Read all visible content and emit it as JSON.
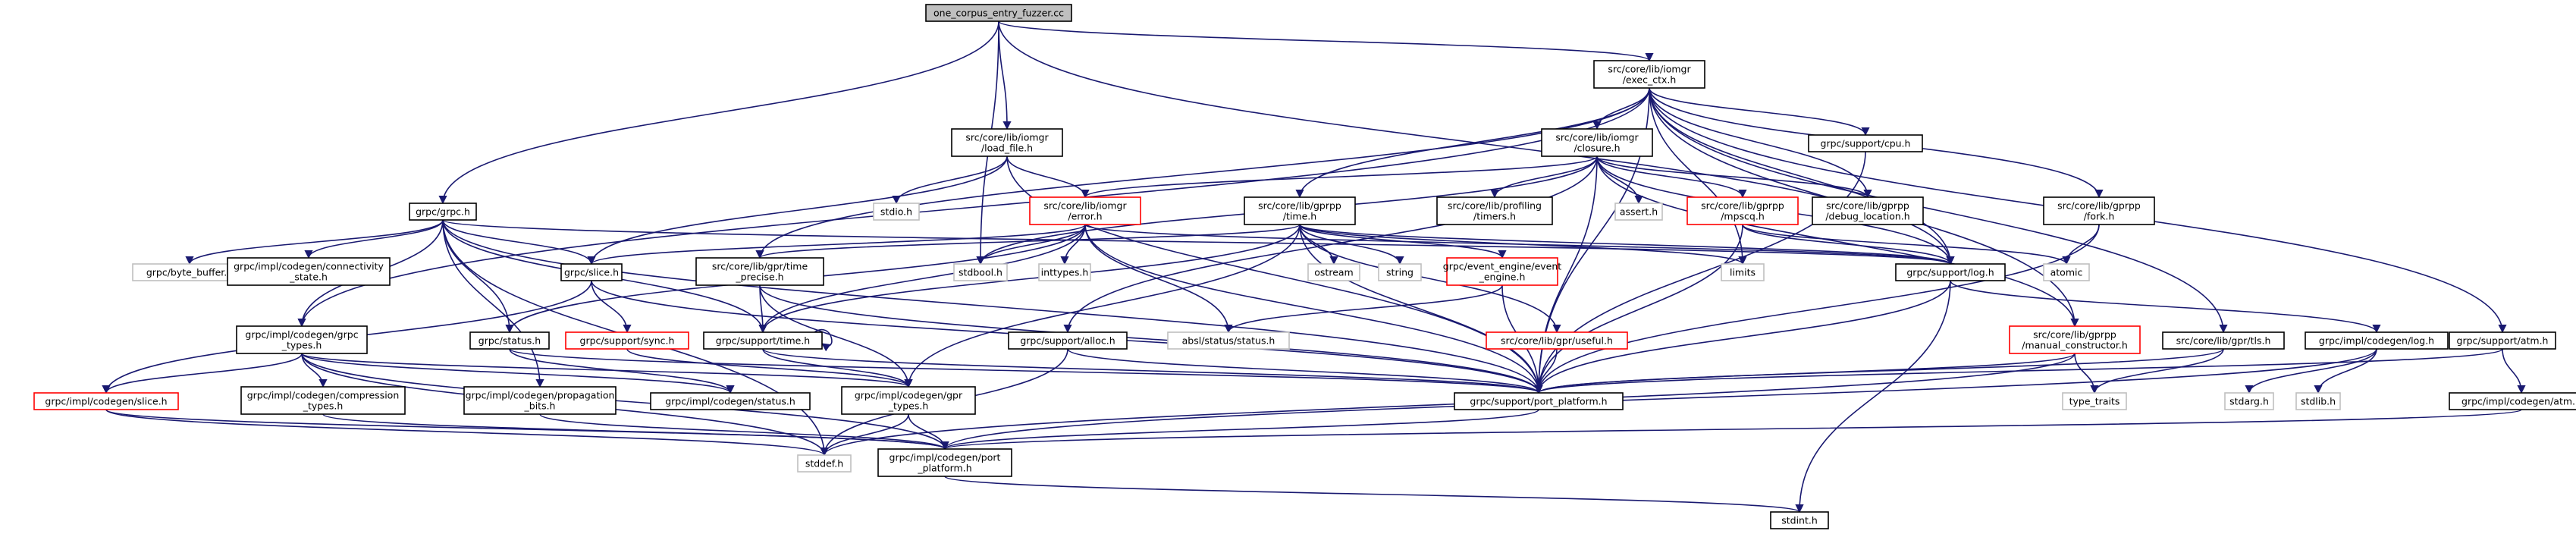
{
  "graph": {
    "colors": {
      "edge": "#191970",
      "root_fill": "#bfbfbf",
      "node_border": "#000000",
      "incomplete_border": "#ff0000",
      "external_border": "#bfbfbf"
    },
    "nodes": [
      {
        "id": "root",
        "label": "one_corpus_entry_fuzzer.cc",
        "kind": "root"
      },
      {
        "id": "exec_ctx",
        "label": [
          "src/core/lib/iomgr",
          "/exec_ctx.h"
        ],
        "kind": "normal"
      },
      {
        "id": "load_file",
        "label": [
          "src/core/lib/iomgr",
          "/load_file.h"
        ],
        "kind": "normal"
      },
      {
        "id": "closure",
        "label": [
          "src/core/lib/iomgr",
          "/closure.h"
        ],
        "kind": "normal"
      },
      {
        "id": "cpu",
        "label": "grpc/support/cpu.h",
        "kind": "normal"
      },
      {
        "id": "grpc_h",
        "label": "grpc/grpc.h",
        "kind": "normal"
      },
      {
        "id": "stdio",
        "label": "stdio.h",
        "kind": "external"
      },
      {
        "id": "error",
        "label": [
          "src/core/lib/iomgr",
          "/error.h"
        ],
        "kind": "incomplete"
      },
      {
        "id": "grpcpp_time",
        "label": [
          "src/core/lib/gprpp",
          "/time.h"
        ],
        "kind": "normal"
      },
      {
        "id": "profiling",
        "label": [
          "src/core/lib/profiling",
          "/timers.h"
        ],
        "kind": "normal"
      },
      {
        "id": "assert",
        "label": "assert.h",
        "kind": "external"
      },
      {
        "id": "mpscq",
        "label": [
          "src/core/lib/gprpp",
          "/mpscq.h"
        ],
        "kind": "incomplete"
      },
      {
        "id": "debug_loc",
        "label": [
          "src/core/lib/gprpp",
          "/debug_location.h"
        ],
        "kind": "normal"
      },
      {
        "id": "fork",
        "label": [
          "src/core/lib/gprpp",
          "/fork.h"
        ],
        "kind": "normal"
      },
      {
        "id": "byte_buffer",
        "label": "grpc/byte_buffer.h",
        "kind": "external"
      },
      {
        "id": "connectivity",
        "label": [
          "grpc/impl/codegen/connectivity",
          "_state.h"
        ],
        "kind": "normal"
      },
      {
        "id": "slice",
        "label": "grpc/slice.h",
        "kind": "normal"
      },
      {
        "id": "gpr_time_precise",
        "label": [
          "src/core/lib/gpr/time",
          "_precise.h"
        ],
        "kind": "normal"
      },
      {
        "id": "stdbool",
        "label": "stdbool.h",
        "kind": "external"
      },
      {
        "id": "inttypes",
        "label": "inttypes.h",
        "kind": "external"
      },
      {
        "id": "ostream",
        "label": "ostream",
        "kind": "external"
      },
      {
        "id": "string",
        "label": "string",
        "kind": "external"
      },
      {
        "id": "ee_engine",
        "label": [
          "grpc/event_engine/event",
          "_engine.h"
        ],
        "kind": "incomplete"
      },
      {
        "id": "limits",
        "label": "limits",
        "kind": "external"
      },
      {
        "id": "log",
        "label": "grpc/support/log.h",
        "kind": "normal"
      },
      {
        "id": "atomic",
        "label": "atomic",
        "kind": "external"
      },
      {
        "id": "grpc_types",
        "label": [
          "grpc/impl/codegen/grpc",
          "_types.h"
        ],
        "kind": "normal"
      },
      {
        "id": "status",
        "label": "grpc/status.h",
        "kind": "normal"
      },
      {
        "id": "sync",
        "label": "grpc/support/sync.h",
        "kind": "incomplete"
      },
      {
        "id": "support_time",
        "label": "grpc/support/time.h",
        "kind": "normal"
      },
      {
        "id": "alloc",
        "label": "grpc/support/alloc.h",
        "kind": "normal"
      },
      {
        "id": "absl_status",
        "label": "absl/status/status.h",
        "kind": "external"
      },
      {
        "id": "useful",
        "label": "src/core/lib/gpr/useful.h",
        "kind": "incomplete"
      },
      {
        "id": "manual_ctor",
        "label": [
          "src/core/lib/gprpp",
          "/manual_constructor.h"
        ],
        "kind": "incomplete"
      },
      {
        "id": "tls",
        "label": "src/core/lib/gpr/tls.h",
        "kind": "normal"
      },
      {
        "id": "codegen_log",
        "label": "grpc/impl/codegen/log.h",
        "kind": "normal"
      },
      {
        "id": "support_atm",
        "label": "grpc/support/atm.h",
        "kind": "normal"
      },
      {
        "id": "codegen_slice",
        "label": "grpc/impl/codegen/slice.h",
        "kind": "incomplete"
      },
      {
        "id": "compression",
        "label": [
          "grpc/impl/codegen/compression",
          "_types.h"
        ],
        "kind": "normal"
      },
      {
        "id": "propagation",
        "label": [
          "grpc/impl/codegen/propagation",
          "_bits.h"
        ],
        "kind": "normal"
      },
      {
        "id": "codegen_status",
        "label": "grpc/impl/codegen/status.h",
        "kind": "normal"
      },
      {
        "id": "gpr_types",
        "label": [
          "grpc/impl/codegen/gpr",
          "_types.h"
        ],
        "kind": "normal"
      },
      {
        "id": "port_platform",
        "label": "grpc/support/port_platform.h",
        "kind": "normal"
      },
      {
        "id": "type_traits",
        "label": "type_traits",
        "kind": "external"
      },
      {
        "id": "stdarg",
        "label": "stdarg.h",
        "kind": "external"
      },
      {
        "id": "stdlib",
        "label": "stdlib.h",
        "kind": "external"
      },
      {
        "id": "codegen_atm",
        "label": "grpc/impl/codegen/atm.h",
        "kind": "normal"
      },
      {
        "id": "stddef",
        "label": "stddef.h",
        "kind": "external"
      },
      {
        "id": "codegen_port",
        "label": [
          "grpc/impl/codegen/port",
          "_platform.h"
        ],
        "kind": "normal"
      },
      {
        "id": "stdint",
        "label": "stdint.h",
        "kind": "normal"
      }
    ],
    "edges": [
      [
        "root",
        "exec_ctx"
      ],
      [
        "root",
        "load_file"
      ],
      [
        "root",
        "grpc_h"
      ],
      [
        "root",
        "stdbool"
      ],
      [
        "root",
        "log"
      ],
      [
        "exec_ctx",
        "closure"
      ],
      [
        "exec_ctx",
        "cpu"
      ],
      [
        "exec_ctx",
        "grpcpp_time"
      ],
      [
        "exec_ctx",
        "debug_loc"
      ],
      [
        "exec_ctx",
        "fork"
      ],
      [
        "exec_ctx",
        "tls"
      ],
      [
        "exec_ctx",
        "support_atm"
      ],
      [
        "exec_ctx",
        "log"
      ],
      [
        "exec_ctx",
        "port_platform"
      ],
      [
        "exec_ctx",
        "manual_ctor"
      ],
      [
        "exec_ctx",
        "grpc_types"
      ],
      [
        "exec_ctx",
        "gpr_time_precise"
      ],
      [
        "exec_ctx",
        "limits"
      ],
      [
        "load_file",
        "stdio"
      ],
      [
        "load_file",
        "error"
      ],
      [
        "load_file",
        "slice"
      ],
      [
        "load_file",
        "port_platform"
      ],
      [
        "closure",
        "error"
      ],
      [
        "closure",
        "profiling"
      ],
      [
        "closure",
        "assert"
      ],
      [
        "closure",
        "mpscq"
      ],
      [
        "closure",
        "debug_loc"
      ],
      [
        "closure",
        "stdbool"
      ],
      [
        "closure",
        "log"
      ],
      [
        "closure",
        "port_platform"
      ],
      [
        "closure",
        "manual_ctor"
      ],
      [
        "closure",
        "alloc"
      ],
      [
        "cpu",
        "port_platform"
      ],
      [
        "grpc_h",
        "byte_buffer"
      ],
      [
        "grpc_h",
        "connectivity"
      ],
      [
        "grpc_h",
        "slice"
      ],
      [
        "grpc_h",
        "grpc_types"
      ],
      [
        "grpc_h",
        "status"
      ],
      [
        "grpc_h",
        "propagation"
      ],
      [
        "grpc_h",
        "support_time"
      ],
      [
        "grpc_h",
        "stddef"
      ],
      [
        "grpc_h",
        "port_platform"
      ],
      [
        "grpc_h",
        "log"
      ],
      [
        "error",
        "slice"
      ],
      [
        "error",
        "stdbool"
      ],
      [
        "error",
        "inttypes"
      ],
      [
        "error",
        "absl_status"
      ],
      [
        "error",
        "support_time"
      ],
      [
        "error",
        "status"
      ],
      [
        "error",
        "log"
      ],
      [
        "error",
        "port_platform"
      ],
      [
        "grpcpp_time",
        "ostream"
      ],
      [
        "grpcpp_time",
        "string"
      ],
      [
        "grpcpp_time",
        "limits"
      ],
      [
        "grpcpp_time",
        "ee_engine"
      ],
      [
        "grpcpp_time",
        "useful"
      ],
      [
        "grpcpp_time",
        "support_time"
      ],
      [
        "grpcpp_time",
        "gpr_time_precise"
      ],
      [
        "grpcpp_time",
        "port_platform"
      ],
      [
        "grpcpp_time",
        "gpr_types"
      ],
      [
        "grpcpp_time",
        "log"
      ],
      [
        "mpscq",
        "atomic"
      ],
      [
        "mpscq",
        "log"
      ],
      [
        "mpscq",
        "port_platform"
      ],
      [
        "fork",
        "atomic"
      ],
      [
        "fork",
        "port_platform"
      ],
      [
        "slice",
        "codegen_slice"
      ],
      [
        "slice",
        "sync"
      ],
      [
        "slice",
        "port_platform"
      ],
      [
        "gpr_time_precise",
        "support_time"
      ],
      [
        "gpr_time_precise",
        "gpr_types"
      ],
      [
        "gpr_time_precise",
        "port_platform"
      ],
      [
        "ee_engine",
        "absl_status"
      ],
      [
        "ee_engine",
        "port_platform"
      ],
      [
        "log",
        "codegen_log"
      ],
      [
        "log",
        "port_platform"
      ],
      [
        "log",
        "stdint"
      ],
      [
        "grpc_types",
        "codegen_slice"
      ],
      [
        "grpc_types",
        "compression"
      ],
      [
        "grpc_types",
        "codegen_status"
      ],
      [
        "grpc_types",
        "gpr_types"
      ],
      [
        "grpc_types",
        "stddef"
      ],
      [
        "grpc_types",
        "codegen_port"
      ],
      [
        "status",
        "codegen_status"
      ],
      [
        "status",
        "port_platform"
      ],
      [
        "sync",
        "gpr_types"
      ],
      [
        "support_time",
        "gpr_types"
      ],
      [
        "support_time",
        "port_platform"
      ],
      [
        "alloc",
        "stddef"
      ],
      [
        "alloc",
        "port_platform"
      ],
      [
        "useful",
        "port_platform"
      ],
      [
        "manual_ctor",
        "type_traits"
      ],
      [
        "manual_ctor",
        "port_platform"
      ],
      [
        "manual_ctor",
        "stddef"
      ],
      [
        "tls",
        "type_traits"
      ],
      [
        "tls",
        "port_platform"
      ],
      [
        "codegen_log",
        "stdarg"
      ],
      [
        "codegen_log",
        "stdlib"
      ],
      [
        "codegen_log",
        "codegen_port"
      ],
      [
        "support_atm",
        "codegen_atm"
      ],
      [
        "support_atm",
        "port_platform"
      ],
      [
        "codegen_slice",
        "stddef"
      ],
      [
        "codegen_slice",
        "codegen_port"
      ],
      [
        "compression",
        "codegen_port"
      ],
      [
        "propagation",
        "codegen_port"
      ],
      [
        "gpr_types",
        "stddef"
      ],
      [
        "gpr_types",
        "codegen_port"
      ],
      [
        "port_platform",
        "codegen_port"
      ],
      [
        "codegen_atm",
        "codegen_port"
      ],
      [
        "codegen_port",
        "stdint"
      ]
    ],
    "self_loops": [
      "support_time"
    ]
  }
}
